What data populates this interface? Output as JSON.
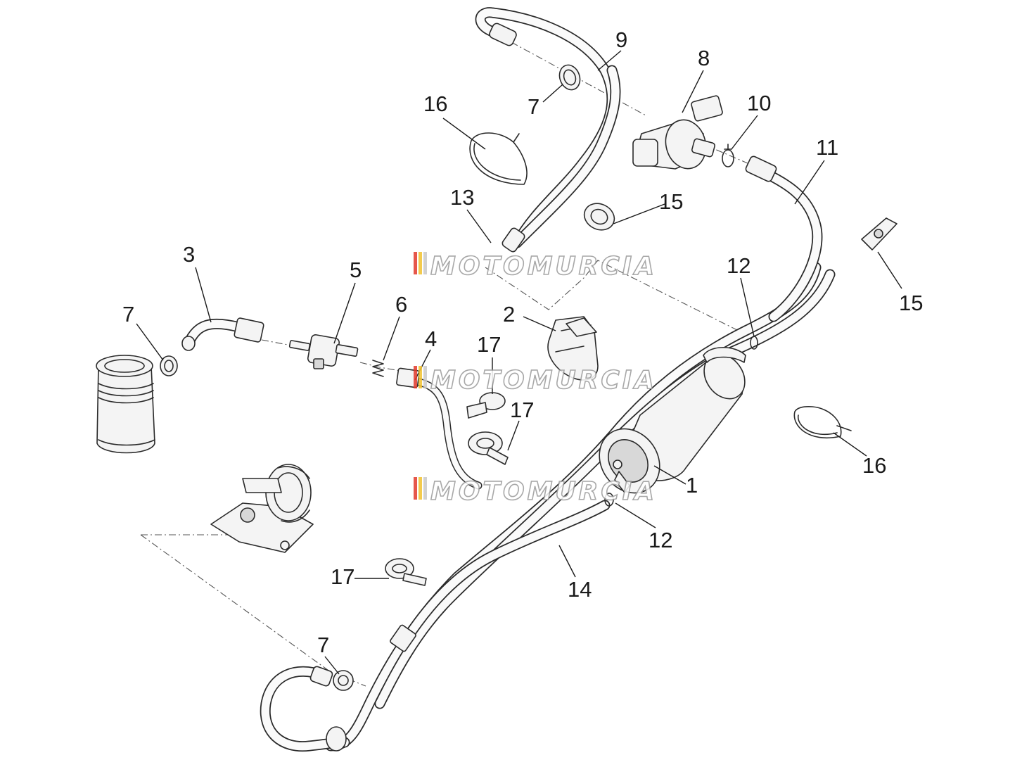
{
  "watermark": {
    "text": "MOTOMURCIA",
    "stripe_colors": [
      "#e23a2c",
      "#f2c230",
      "#c9c9c9"
    ]
  },
  "callouts": {
    "c1": "1",
    "c2": "2",
    "c3": "3",
    "c4": "4",
    "c5": "5",
    "c6": "6",
    "c7a": "7",
    "c7b": "7",
    "c7c": "7",
    "c8": "8",
    "c9": "9",
    "c10": "10",
    "c11": "11",
    "c12a": "12",
    "c12b": "12",
    "c13": "13",
    "c14": "14",
    "c15a": "15",
    "c15b": "15",
    "c16a": "16",
    "c16b": "16",
    "c17a": "17",
    "c17b": "17",
    "c17c": "17"
  }
}
